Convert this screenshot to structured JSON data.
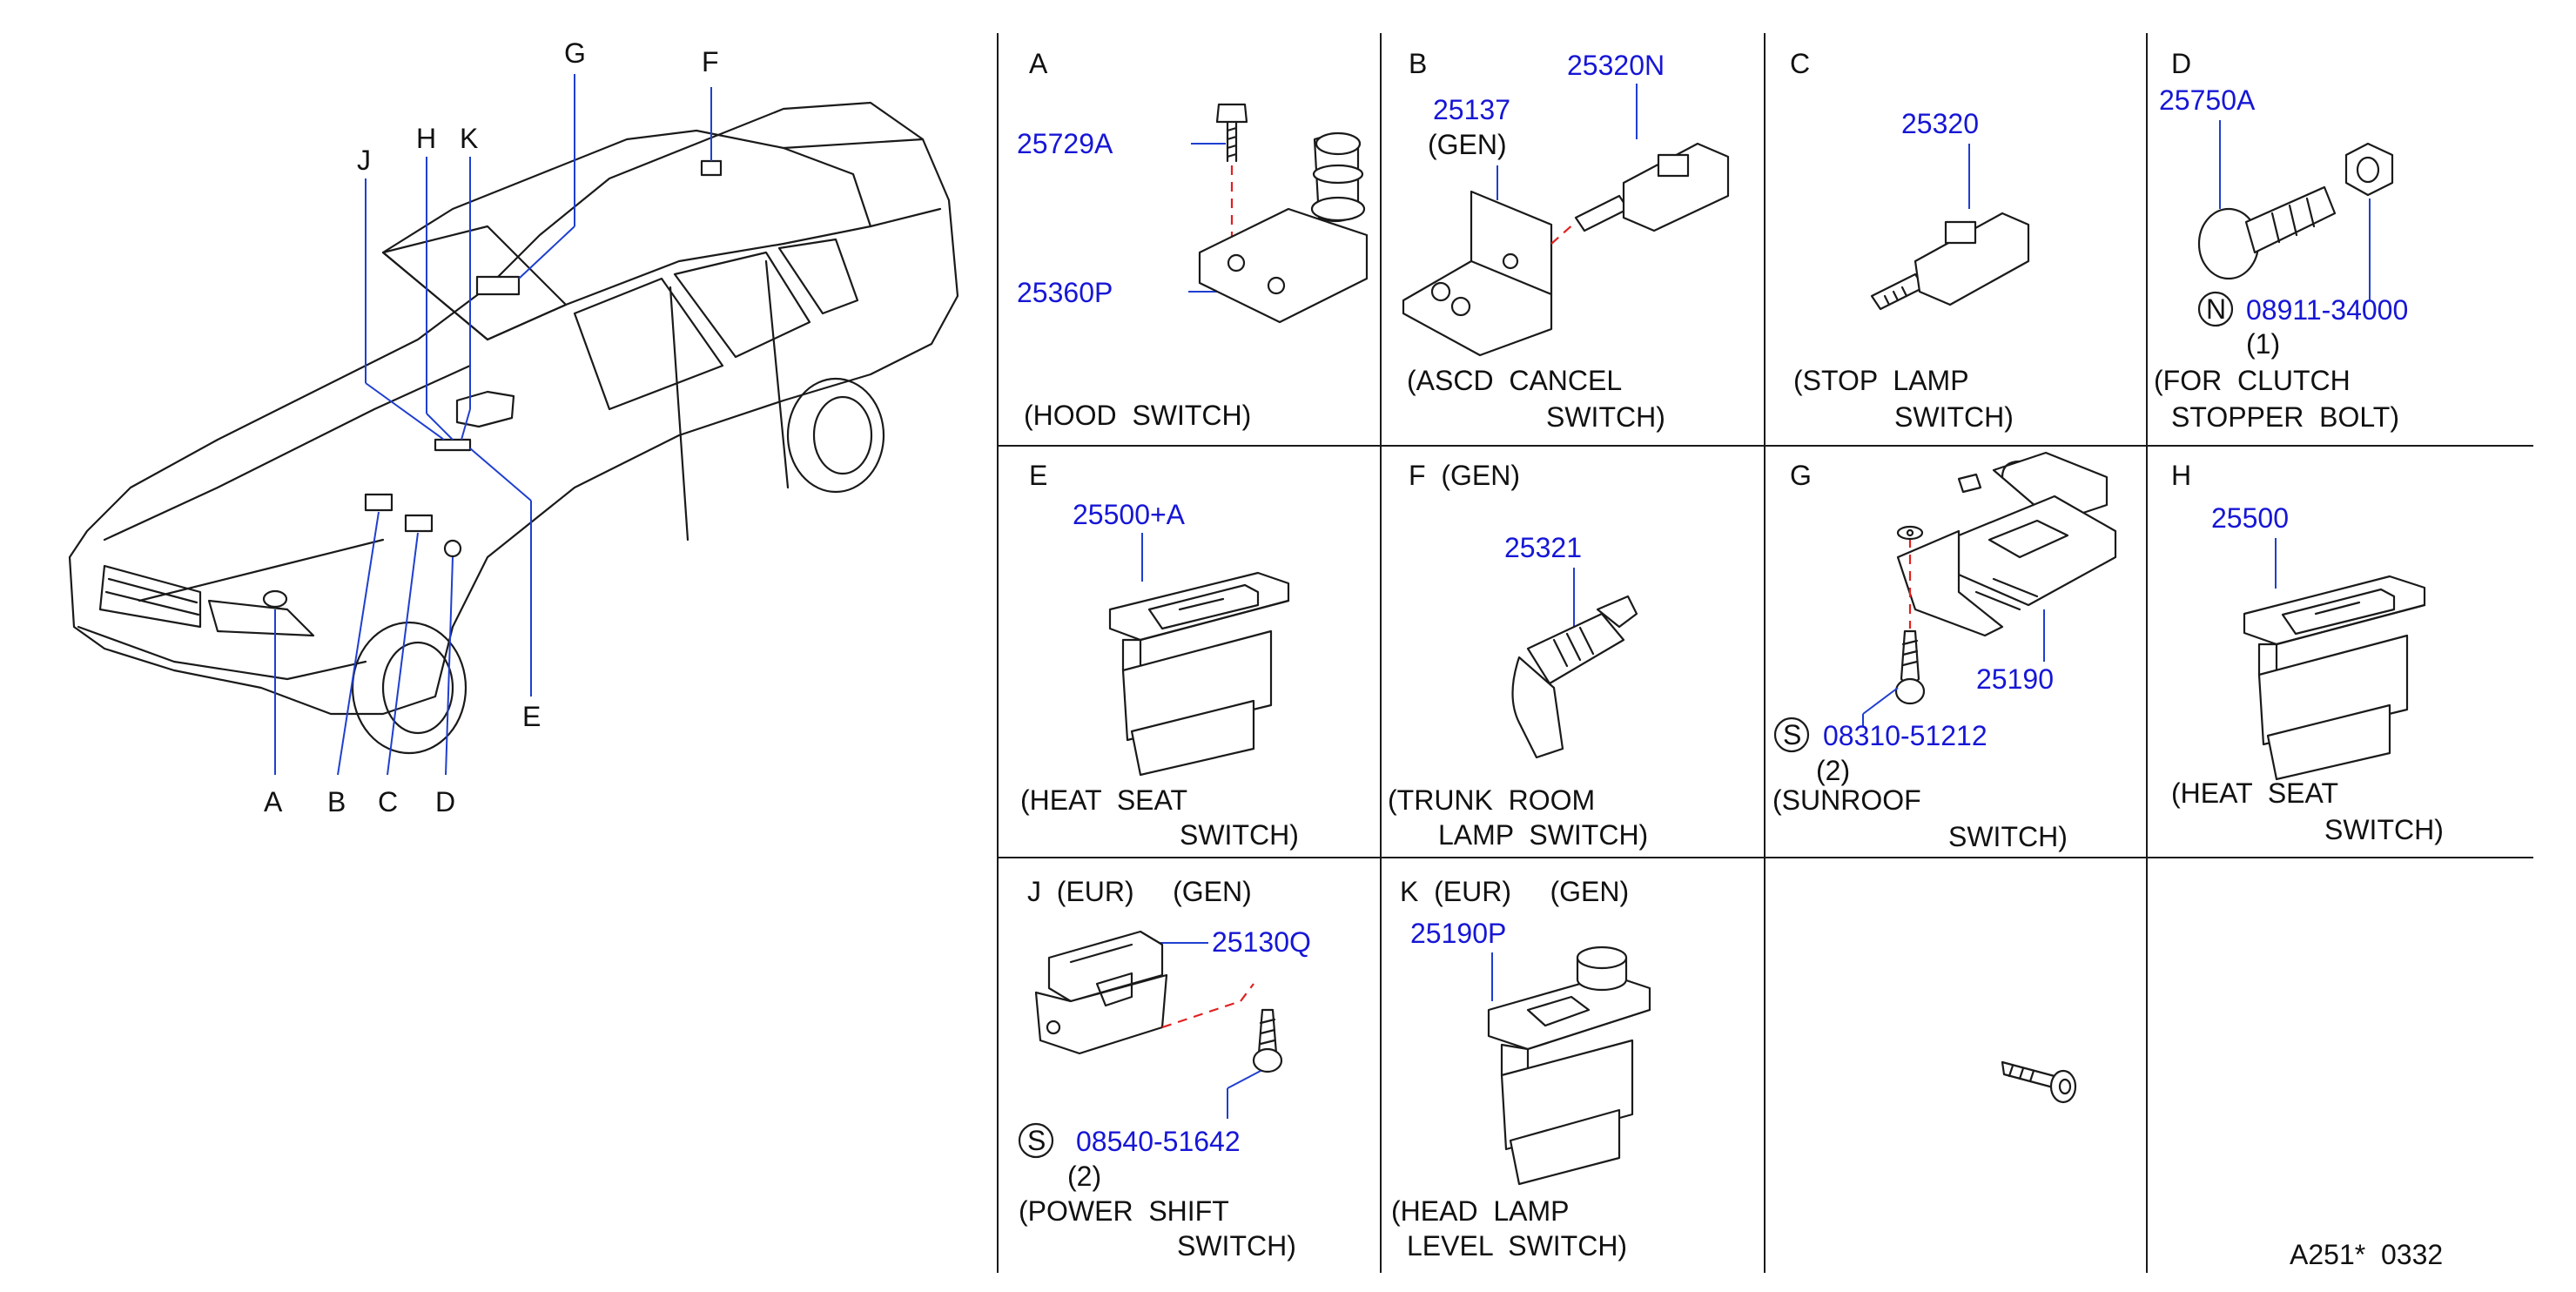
{
  "car_callouts": [
    "A",
    "B",
    "C",
    "D",
    "E",
    "F",
    "G",
    "H",
    "J",
    "K"
  ],
  "panels": [
    {
      "id": "A",
      "header": "A",
      "parts": [
        "25729A",
        "25360P"
      ],
      "caption": [
        "(HOOD  SWITCH)"
      ]
    },
    {
      "id": "B",
      "header": "B",
      "parts": [
        "25137",
        "25320N"
      ],
      "note": "(GEN)",
      "caption": [
        "(ASCD  CANCEL",
        "SWITCH)"
      ]
    },
    {
      "id": "C",
      "header": "C",
      "parts": [
        "25320"
      ],
      "caption": [
        "(STOP  LAMP",
        "SWITCH)"
      ]
    },
    {
      "id": "D",
      "header": "D",
      "parts": [
        "25750A",
        "08911-34000"
      ],
      "symbol": "N",
      "qty": "(1)",
      "caption": [
        "(FOR  CLUTCH",
        "STOPPER  BOLT)"
      ]
    },
    {
      "id": "E",
      "header": "E",
      "parts": [
        "25500+A"
      ],
      "caption": [
        "(HEAT  SEAT",
        "SWITCH)"
      ]
    },
    {
      "id": "F",
      "header": "F  (GEN)",
      "parts": [
        "25321"
      ],
      "caption": [
        "(TRUNK  ROOM",
        "LAMP  SWITCH)"
      ]
    },
    {
      "id": "G",
      "header": "G",
      "parts": [
        "25190",
        "08310-51212"
      ],
      "symbol": "S",
      "qty": "(2)",
      "caption": [
        "(SUNROOF",
        "SWITCH)"
      ]
    },
    {
      "id": "H",
      "header": "H",
      "parts": [
        "25500"
      ],
      "caption": [
        "(HEAT  SEAT",
        "SWITCH)"
      ]
    },
    {
      "id": "J",
      "header": "J  (EUR)     (GEN)",
      "parts": [
        "25130Q",
        "08540-51642"
      ],
      "symbol": "S",
      "qty": "(2)",
      "caption": [
        "(POWER  SHIFT",
        "SWITCH)"
      ]
    },
    {
      "id": "K",
      "header": "K  (EUR)     (GEN)",
      "parts": [
        "25190P"
      ],
      "caption": [
        "(HEAD  LAMP",
        "LEVEL  SWITCH)"
      ]
    }
  ],
  "diagram_code": "A251*  0332"
}
